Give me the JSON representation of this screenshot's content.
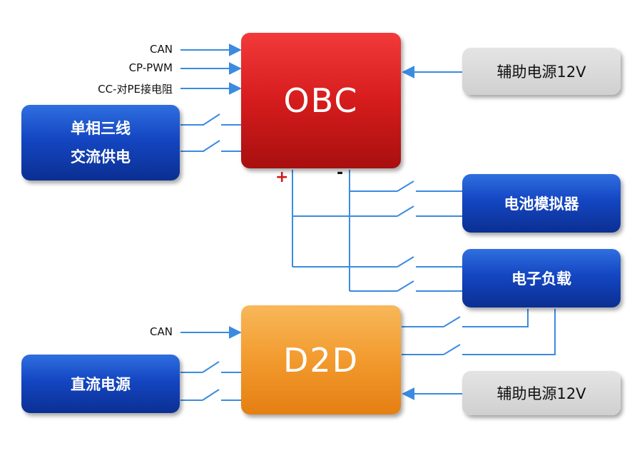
{
  "blocks": {
    "obc": "OBC",
    "d2d": "D2D",
    "aux_power_top": "辅助电源12V",
    "aux_power_bottom": "辅助电源12V",
    "ac_supply": [
      "单相三线",
      "交流供电"
    ],
    "battery_simulator": "电池模拟器",
    "electronic_load": "电子负载",
    "dc_source": "直流电源"
  },
  "signals": {
    "obc_can": "CAN",
    "obc_cp_pwm": "CP-PWM",
    "obc_cc_pe": "CC-对PE接电阻",
    "d2d_can": "CAN"
  },
  "terminals": {
    "plus": "+",
    "minus": "-"
  },
  "colors": {
    "wire": "#3b8be0",
    "obc": "#d61c1c",
    "d2d": "#f29a2e",
    "blue_block": "#1446c2",
    "gray_block": "#d0d0d0",
    "plus_sign": "#d11a1a"
  }
}
